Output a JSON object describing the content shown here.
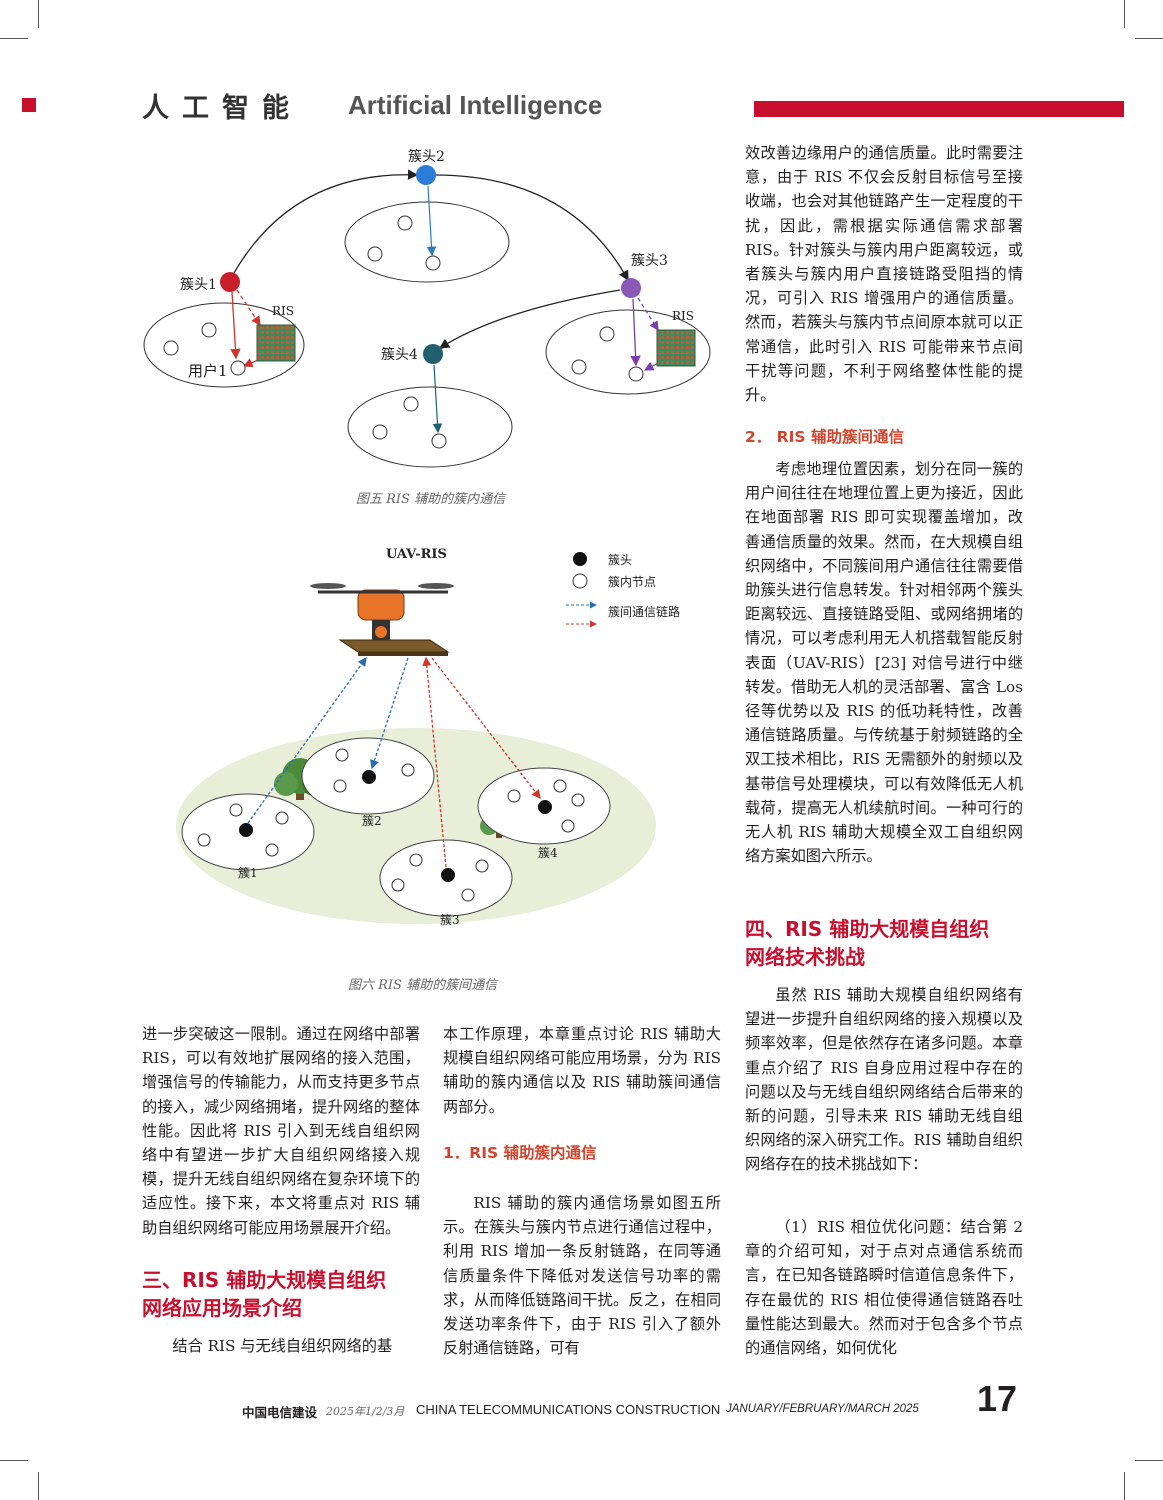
{
  "header": {
    "title_cn": "人工智能",
    "title_en": "Artificial Intelligence"
  },
  "figure5": {
    "cluster_head_1": "簇头1",
    "cluster_head_2": "簇头2",
    "cluster_head_3": "簇头3",
    "cluster_head_4": "簇头4",
    "ris_label_1": "RIS",
    "ris_label_2": "RIS",
    "user_label": "用户1",
    "caption": "图五 RIS 辅助的簇内通信"
  },
  "figure6": {
    "uav_label": "UAV-RIS",
    "legend_head": "簇头",
    "legend_node": "簇内节点",
    "legend_link": "簇间通信链路",
    "cluster_1": "簇1",
    "cluster_2": "簇2",
    "cluster_3": "簇3",
    "cluster_4": "簇4",
    "caption": "图六 RIS 辅助的簇间通信"
  },
  "col_left": {
    "para1": "进一步突破这一限制。通过在网络中部署 RIS，可以有效地扩展网络的接入范围，增强信号的传输能力，从而支持更多节点的接入，减少网络拥堵，提升网络的整体性能。因此将 RIS 引入到无线自组织网络中有望进一步扩大自组织网络接入规模，提升无线自组织网络在复杂环境下的适应性。接下来，本文将重点对 RIS 辅助自组织网络可能应用场景展开介绍。",
    "section3_line1": "三、RIS 辅助大规模自组织",
    "section3_line2": "网络应用场景介绍",
    "para2": "结合 RIS 与无线自组织网络的基"
  },
  "col_mid": {
    "para1": "本工作原理，本章重点讨论 RIS 辅助大规模自组织网络可能应用场景，分为 RIS 辅助的簇内通信以及 RIS 辅助簇间通信两部分。",
    "sub1": "1．RIS 辅助簇内通信",
    "para2": "RIS 辅助的簇内通信场景如图五所示。在簇头与簇内节点进行通信过程中，利用 RIS 增加一条反射链路，在同等通信质量条件下降低对发送信号功率的需求，从而降低链路间干扰。反之，在相同发送功率条件下，由于 RIS 引入了额外反射通信链路，可有"
  },
  "col_right": {
    "para1": "效改善边缘用户的通信质量。此时需要注意，由于 RIS 不仅会反射目标信号至接收端，也会对其他链路产生一定程度的干扰，因此，需根据实际通信需求部署 RIS。针对簇头与簇内用户距离较远，或者簇头与簇内用户直接链路受阻挡的情况，可引入 RIS 增强用户的通信质量。然而，若簇头与簇内节点间原本就可以正常通信，此时引入 RIS 可能带来节点间干扰等问题，不利于网络整体性能的提升。",
    "sub2": "2． RIS 辅助簇间通信",
    "para2": "考虑地理位置因素，划分在同一簇的用户间往往在地理位置上更为接近，因此在地面部署 RIS 即可实现覆盖增加，改善通信质量的效果。然而，在大规模自组织网络中，不同簇间用户通信往往需要借助簇头进行信息转发。针对相邻两个簇头距离较远、直接链路受阻、或网络拥堵的情况，可以考虑利用无人机搭载智能反射表面（UAV-RIS）[23] 对信号进行中继转发。借助无人机的灵活部署、富含 Los 径等优势以及 RIS 的低功耗特性，改善通信链路质量。与传统基于射频链路的全双工技术相比，RIS 无需额外的射频以及基带信号处理模块，可以有效降低无人机载荷，提高无人机续航时间。一种可行的无人机 RIS 辅助大规模全双工自组织网络方案如图六所示。",
    "section4_line1": "四、RIS 辅助大规模自组织",
    "section4_line2": "网络技术挑战",
    "para3": "虽然 RIS 辅助大规模自组织网络有望进一步提升自组织网络的接入规模以及频率效率，但是依然存在诸多问题。本章重点介绍了 RIS 自身应用过程中存在的问题以及与无线自组织网络结合后带来的新的问题，引导未来 RIS 辅助无线自组织网络的深入研究工作。RIS 辅助自组织网络存在的技术挑战如下：",
    "para4": "（1）RIS 相位优化问题：结合第 2 章的介绍可知，对于点对点通信系统而言，在已知各链路瞬时信道信息条件下，存在最优的 RIS 相位使得通信链路吞吐量性能达到最大。然而对于包含多个节点的通信网络，如何优化"
  },
  "footer": {
    "magazine_cn": "中国电信建设",
    "date_cn": "2025年1/2/3月",
    "magazine_en": "CHINA TELECOMMUNICATIONS CONSTRUCTION",
    "date_en": "JANUARY/FEBRUARY/MARCH 2025",
    "page": "17"
  },
  "colors": {
    "accent_red": "#c8102e",
    "subhead_orange": "#d2452e",
    "link_blue": "#2b6cb0",
    "link_red": "#d0342c"
  }
}
